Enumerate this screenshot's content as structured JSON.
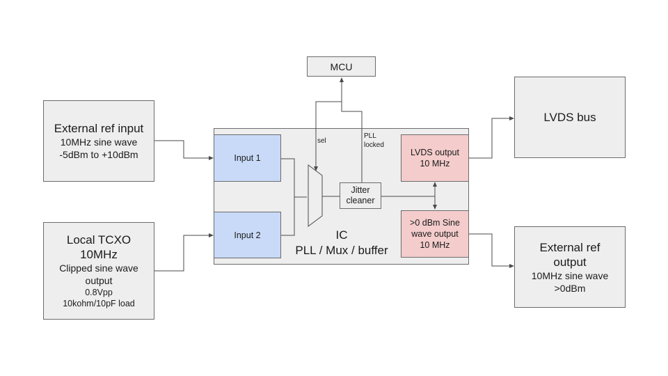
{
  "mcu": {
    "label": "MCU"
  },
  "ext_ref_input": {
    "title": "External ref input",
    "line1": "10MHz sine wave",
    "line2": "-5dBm to +10dBm"
  },
  "tcxo": {
    "title1": "Local TCXO",
    "title2": "10MHz",
    "line1": "Clipped sine wave",
    "line2": "output",
    "line3": "0.8Vpp",
    "line4": "10kohm/10pF load"
  },
  "ic": {
    "title": "IC",
    "subtitle": "PLL / Mux / buffer",
    "input1": "Input 1",
    "input2": "Input 2",
    "jitter": {
      "line1": "Jitter",
      "line2": "cleaner"
    },
    "lvds_out": {
      "line1": "LVDS output",
      "line2": "10 MHz"
    },
    "sine_out": {
      "line1": ">0 dBm Sine",
      "line2": "wave output",
      "line3": "10 MHz"
    },
    "sel_label": "sel",
    "pll_label1": "PLL",
    "pll_label2": "locked"
  },
  "lvds_bus": {
    "label": "LVDS bus"
  },
  "ext_ref_output": {
    "title1": "External ref",
    "title2": "output",
    "line1": "10MHz sine wave",
    "line2": ">0dBm"
  }
}
